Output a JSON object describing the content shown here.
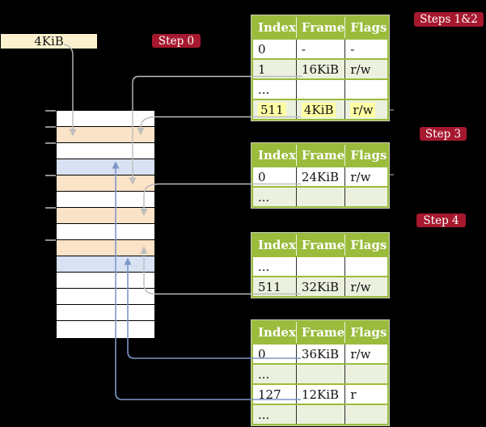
{
  "figure": "multi-level page table walk",
  "colors": {
    "background": "#000000",
    "root_label_bg": "#fcf1ce",
    "badge_bg": "#a5182e",
    "table_header_bg": "#9bbb3c",
    "table_shaded_row": "#ebf1de",
    "highlight_yellow": "#ffffa4",
    "memory_frame_orange": "#fbe3c7",
    "memory_frame_blue": "#d8e2f3",
    "memory_frame_white": "#ffffff",
    "arrow_gray": "#bdbdbd",
    "arrow_blue": "#7d97c9"
  },
  "root_label": {
    "text": "4KiB"
  },
  "badges": [
    {
      "id": "step0",
      "text": "Step 0"
    },
    {
      "id": "steps12",
      "text": "Steps 1&2"
    },
    {
      "id": "step3",
      "text": "Step 3"
    },
    {
      "id": "step4",
      "text": "Step 4"
    }
  ],
  "memory": {
    "rows": [
      "white",
      "orange",
      "white",
      "blue",
      "orange",
      "white",
      "orange",
      "white",
      "orange",
      "blue",
      "white",
      "white",
      "white",
      "white"
    ],
    "tick_count": 6
  },
  "tables": [
    {
      "id": "pt-root",
      "header": [
        "Index",
        "Frame",
        "Flags"
      ],
      "rows": [
        {
          "cells": [
            "0",
            "-",
            "-"
          ],
          "shaded": false,
          "highlight": false
        },
        {
          "cells": [
            "1",
            "16KiB",
            "r/w"
          ],
          "shaded": true,
          "highlight": false
        },
        {
          "cells": [
            "...",
            "",
            ""
          ],
          "shaded": false,
          "highlight": false
        },
        {
          "cells": [
            "511",
            "4KiB",
            "r/w"
          ],
          "shaded": true,
          "highlight": true
        }
      ]
    },
    {
      "id": "pt-level2",
      "header": [
        "Index",
        "Frame",
        "Flags"
      ],
      "rows": [
        {
          "cells": [
            "0",
            "24KiB",
            "r/w"
          ],
          "shaded": false,
          "highlight": false
        },
        {
          "cells": [
            "...",
            "",
            ""
          ],
          "shaded": true,
          "highlight": false
        }
      ]
    },
    {
      "id": "pt-level3",
      "header": [
        "Index",
        "Frame",
        "Flags"
      ],
      "rows": [
        {
          "cells": [
            "...",
            "",
            ""
          ],
          "shaded": false,
          "highlight": false
        },
        {
          "cells": [
            "511",
            "32KiB",
            "r/w"
          ],
          "shaded": true,
          "highlight": false
        }
      ]
    },
    {
      "id": "pt-leaf",
      "header": [
        "Index",
        "Frame",
        "Flags"
      ],
      "rows": [
        {
          "cells": [
            "0",
            "36KiB",
            "r/w"
          ],
          "shaded": false,
          "highlight": false
        },
        {
          "cells": [
            "...",
            "",
            ""
          ],
          "shaded": true,
          "highlight": false
        },
        {
          "cells": [
            "127",
            "12KiB",
            "r"
          ],
          "shaded": false,
          "highlight": false
        },
        {
          "cells": [
            "...",
            "",
            ""
          ],
          "shaded": true,
          "highlight": false
        }
      ]
    }
  ],
  "arrows": [
    {
      "id": "root-to-4kib",
      "from": "4KiB label",
      "to": "frame 4KiB (row 2)",
      "color": "gray"
    },
    {
      "id": "pt1-idx1-to-16kib",
      "from": "pt-root index 1",
      "to": "frame 16KiB (row 5)",
      "color": "gray"
    },
    {
      "id": "pt1-idx511-to-4kib",
      "from": "pt-root index 511",
      "to": "frame 4KiB (row 2)",
      "color": "gray"
    },
    {
      "id": "pt2-idx0-to-24kib",
      "from": "pt-level2 index 0",
      "to": "frame 24KiB (row 7)",
      "color": "gray"
    },
    {
      "id": "pt3-idx511-to-32kib",
      "from": "pt-level3 index 511",
      "to": "frame 32KiB (row 9)",
      "color": "gray"
    },
    {
      "id": "pt4-idx0-to-36kib",
      "from": "pt-leaf index 0",
      "to": "frame 36KiB (row 10)",
      "color": "blue"
    },
    {
      "id": "pt4-idx127-to-12kib",
      "from": "pt-leaf index 127",
      "to": "frame 12KiB (row 4)",
      "color": "blue"
    }
  ]
}
